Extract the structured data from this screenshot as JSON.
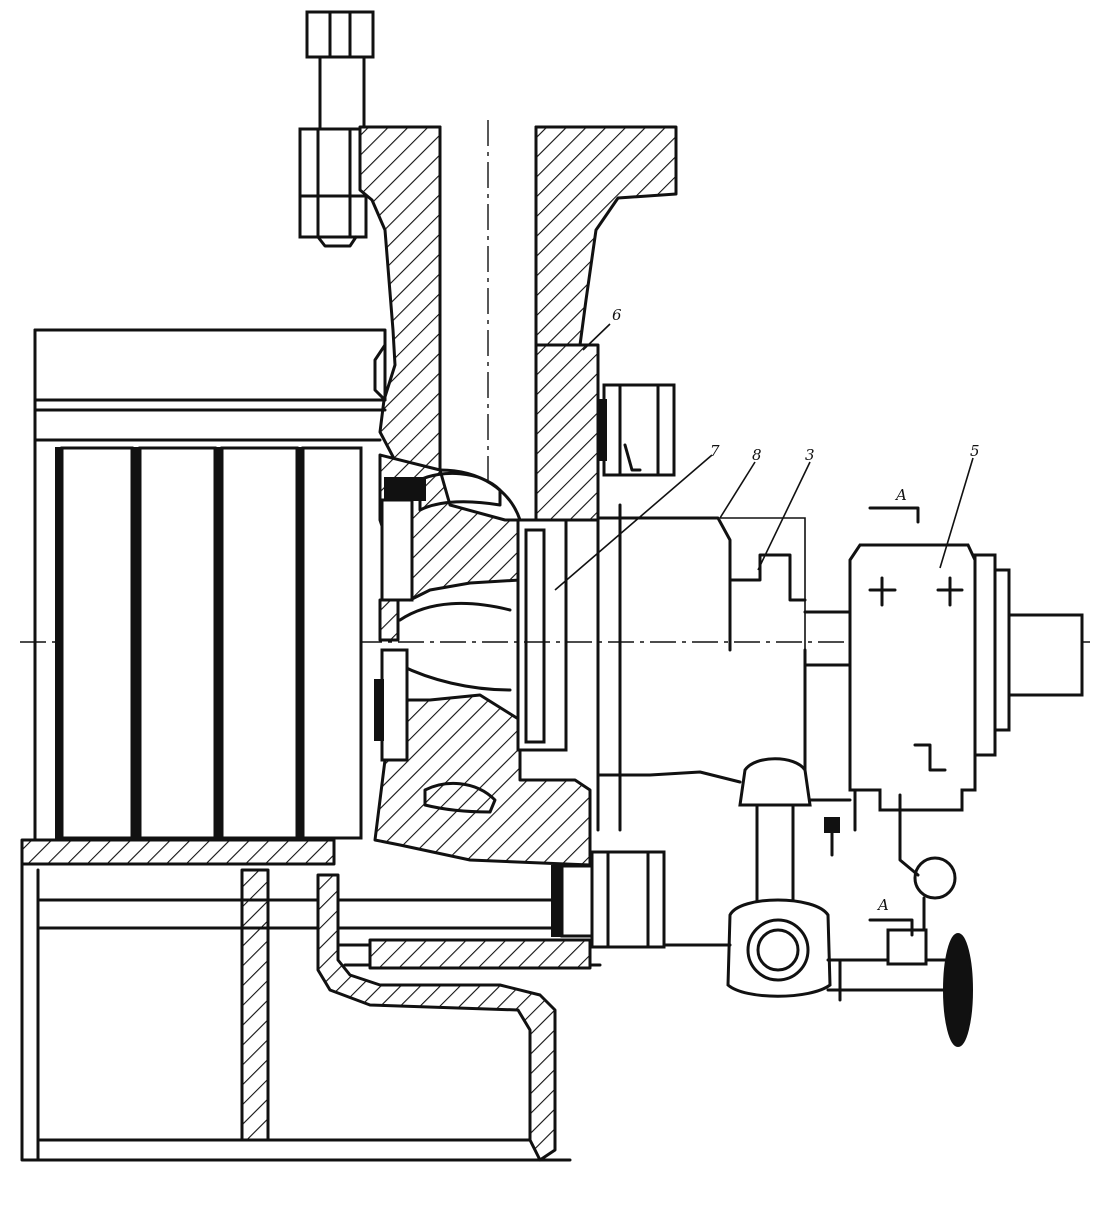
{
  "callouts": {
    "c6_top": "6",
    "c7": "7",
    "c8": "8",
    "c3": "3",
    "c5": "5",
    "sectionA_top": "A",
    "sectionA_bottom": "A"
  }
}
